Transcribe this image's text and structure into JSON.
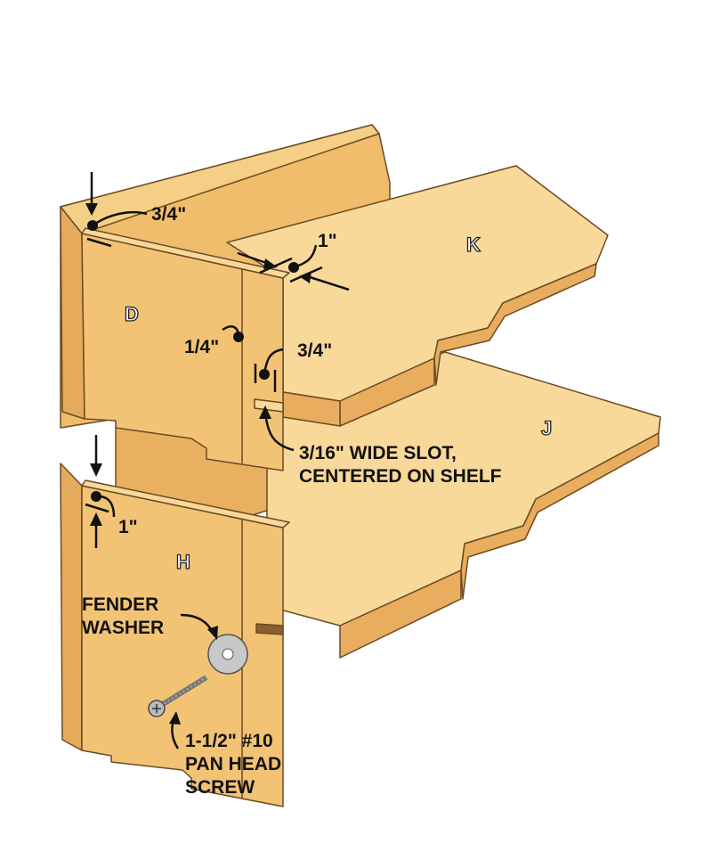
{
  "colors": {
    "wood": "#f0bd6c",
    "wood_light": "#f8d99a",
    "wood_dark": "#dea259",
    "edge": "#6b4a22",
    "ink": "#111111"
  },
  "parts": {
    "d": "D",
    "h": "H",
    "j": "J",
    "k": "K"
  },
  "dimensions": {
    "top_edge": "3/4\"",
    "shelf_inset": "1\"",
    "groove": "1/4\"",
    "slot_width": "3/4\"",
    "lower_inset": "1\""
  },
  "callouts": {
    "slot_line1": "3/16\" WIDE SLOT,",
    "slot_line2": "CENTERED ON SHELF",
    "washer_line1": "FENDER",
    "washer_line2": "WASHER",
    "screw_line1": "1-1/2\" #10",
    "screw_line2": "PAN HEAD",
    "screw_line3": "SCREW"
  }
}
